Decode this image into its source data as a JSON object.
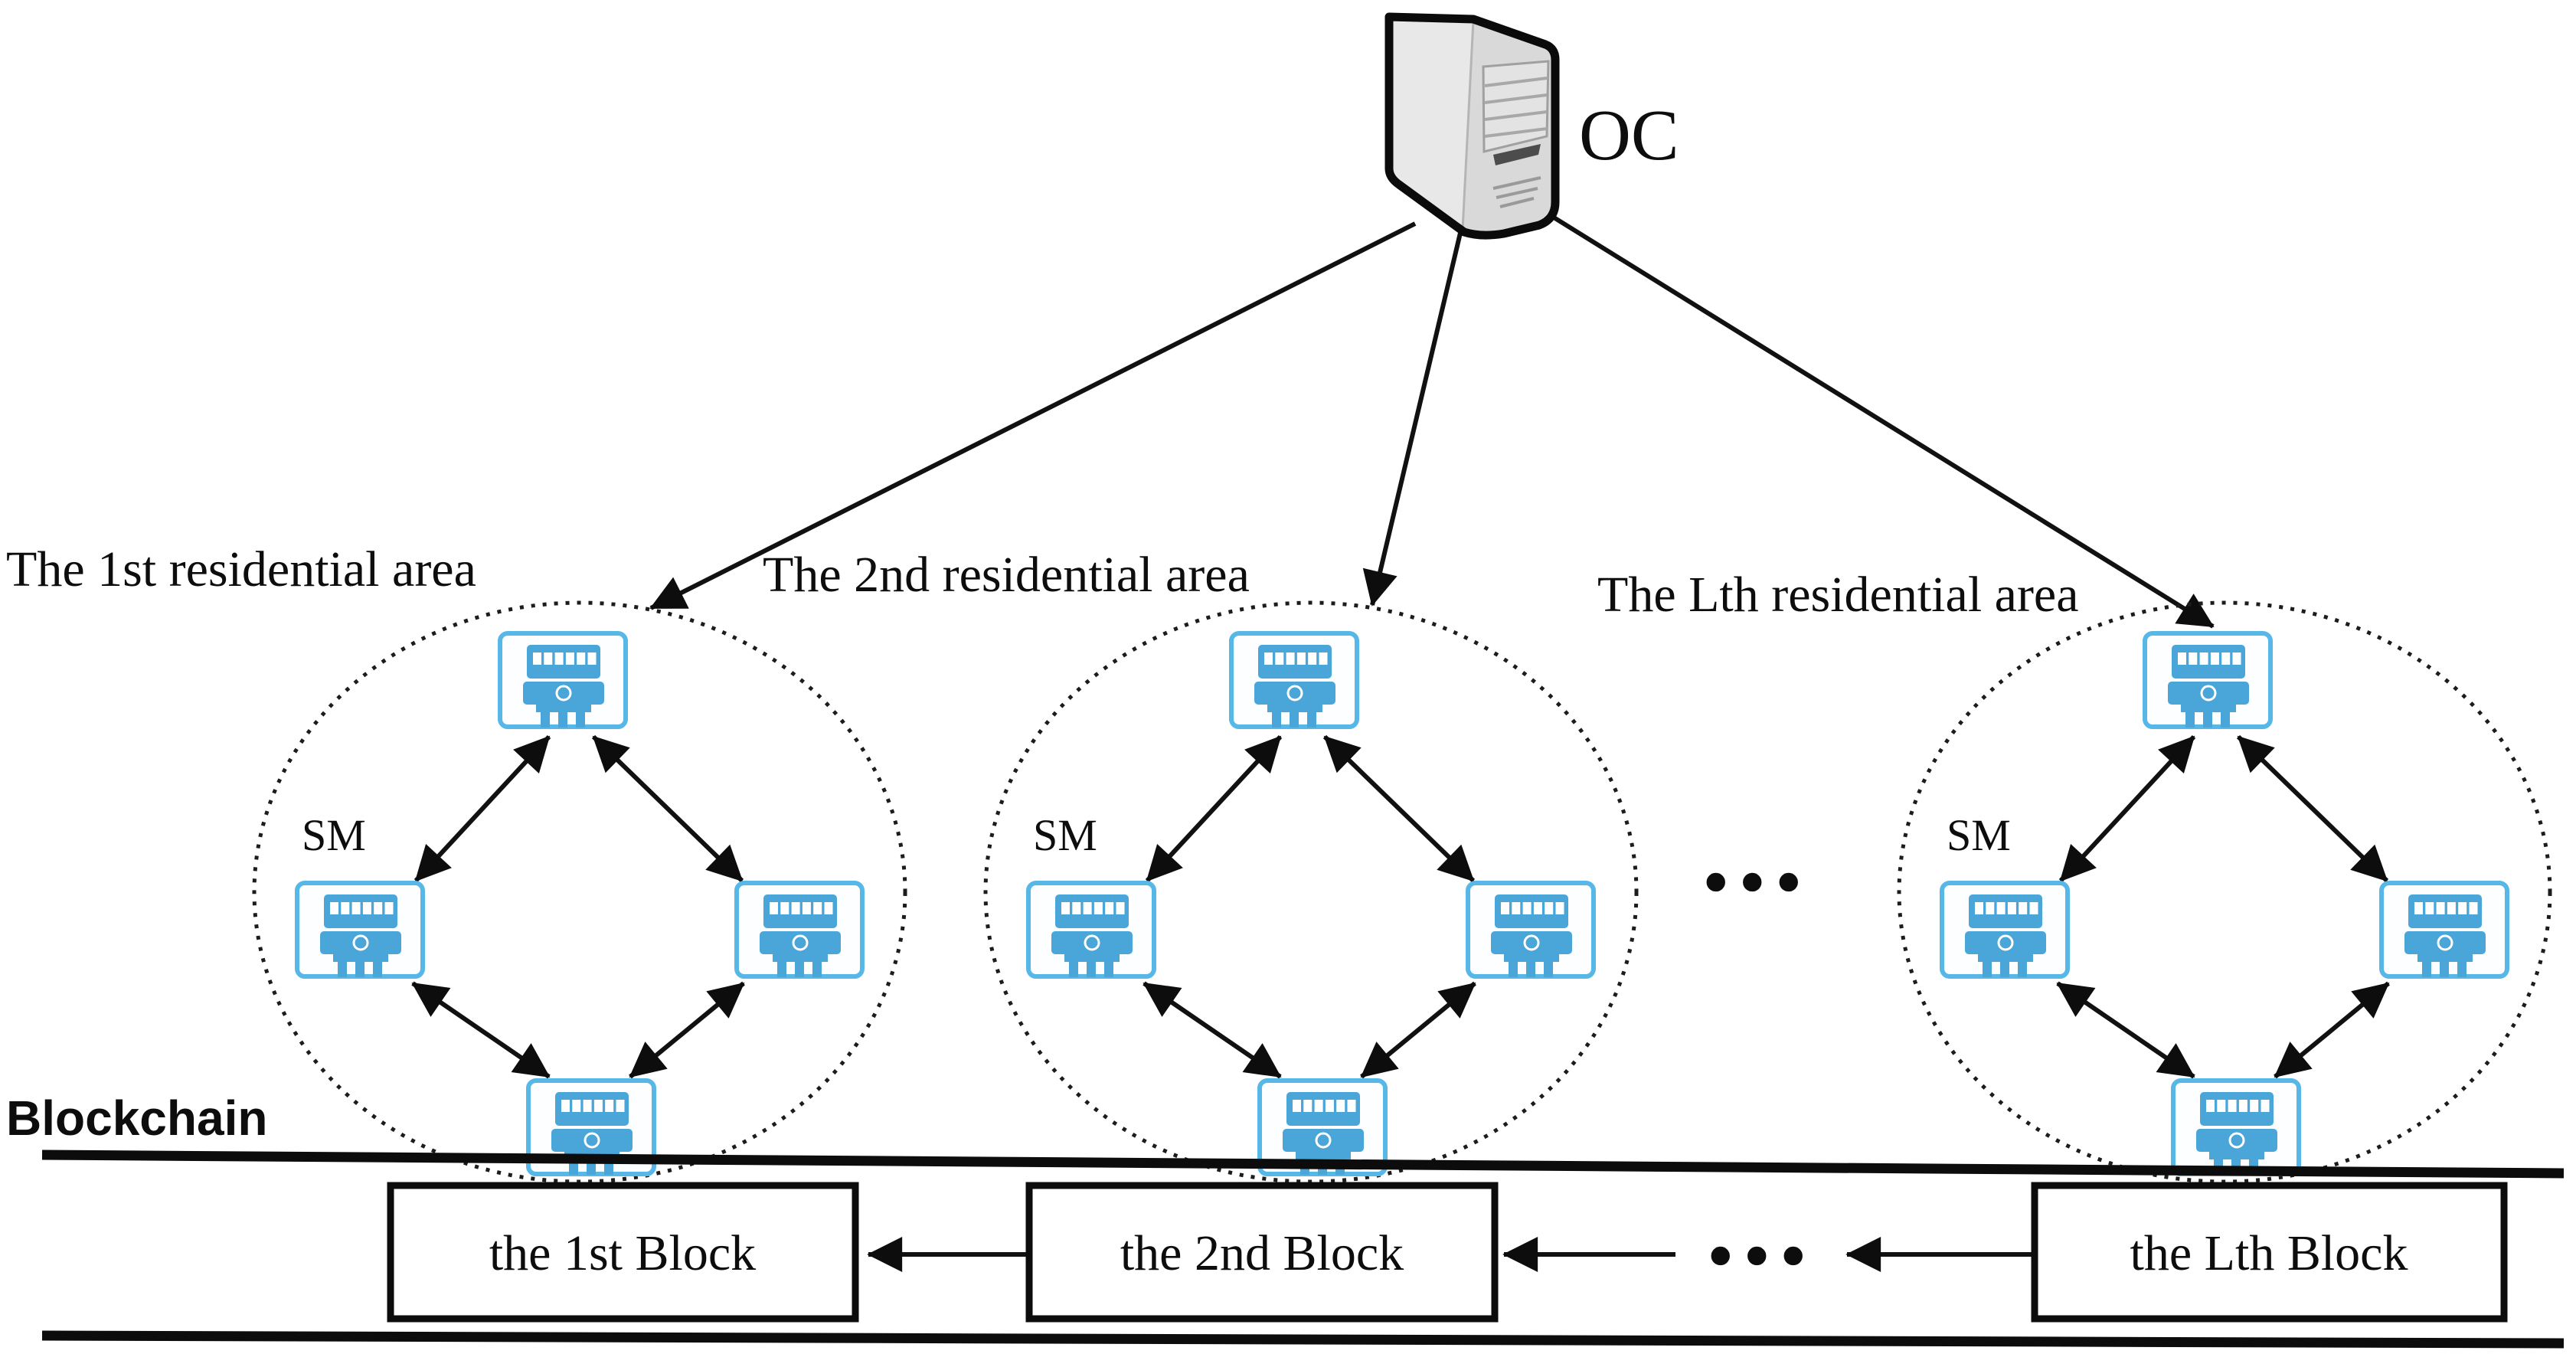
{
  "oc_label": "OC",
  "areas": [
    {
      "label": "The 1st residential area",
      "sm": "SM"
    },
    {
      "label": "The 2nd residential area",
      "sm": "SM"
    },
    {
      "label": "The Lth residential area",
      "sm": "SM"
    }
  ],
  "areas_ellipsis": "...",
  "blockchain": {
    "label": "Blockchain",
    "ellipsis": "...",
    "blocks": [
      {
        "label": "the 1st Block"
      },
      {
        "label": "the 2nd Block"
      },
      {
        "label": "the Lth Block"
      }
    ]
  },
  "colors": {
    "meter_blue": "#4aa5d9",
    "meter_border": "#57b8e8",
    "ink": "#111111"
  }
}
